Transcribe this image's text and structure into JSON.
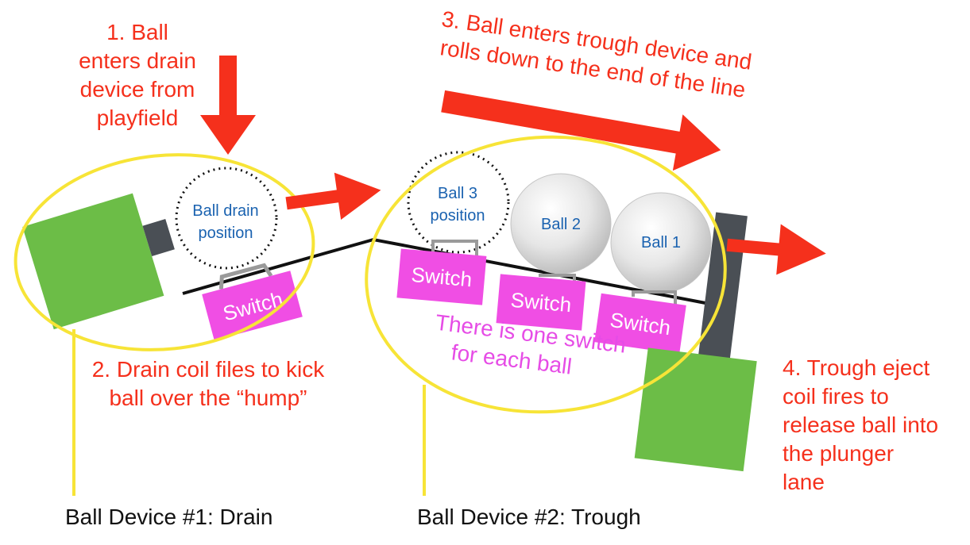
{
  "colors": {
    "arrow": "#f5301c",
    "device_outline": "#f7e437",
    "coil": "#6cbd47",
    "switch": "#f04ee4",
    "ball_label": "#1a62b0",
    "note": "#e64ce6"
  },
  "steps": {
    "step1": [
      "1. Ball",
      "enters drain",
      "device from",
      "playfield"
    ],
    "step2": [
      "2. Drain coil files to kick",
      "ball over the “hump”"
    ],
    "step3": [
      "3. Ball enters trough device and",
      "rolls down to the end of the line"
    ],
    "step4": [
      "4. Trough eject",
      "coil fires to",
      "release ball into",
      "the plunger",
      "lane"
    ]
  },
  "drain": {
    "position_label": [
      "Ball drain",
      "position"
    ],
    "switch_label": "Switch",
    "device_label": "Ball Device #1: Drain"
  },
  "trough": {
    "ball3_label": [
      "Ball 3",
      "position"
    ],
    "ball2_label": "Ball 2",
    "ball1_label": "Ball 1",
    "switch_labels": [
      "Switch",
      "Switch",
      "Switch"
    ],
    "note": [
      "There is one switch",
      "for each ball"
    ],
    "device_label": "Ball Device #2: Trough"
  },
  "icons": {
    "coil": "coil-block-icon",
    "ball": "ball-icon",
    "arrow": "red-arrow-icon"
  }
}
